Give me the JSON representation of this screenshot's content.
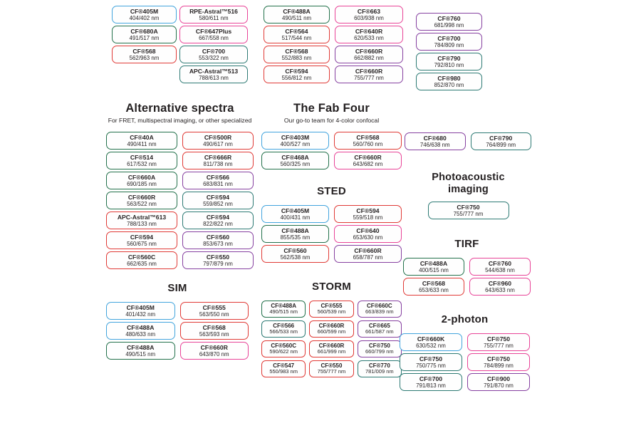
{
  "colors": {
    "blue": "#42a4dd",
    "green": "#23714b",
    "red": "#e03a36",
    "pink": "#e84397",
    "teal": "#2d7a74",
    "purple": "#8640a0"
  },
  "chart_data": {
    "type": "table",
    "title": "CF dye selection guide by imaging application",
    "groups": {
      "top_a": {
        "boxes": [
          {
            "name": "CF®405M",
            "ex_em": "404/402 nm",
            "color": "blue"
          },
          {
            "name": "CF®680A",
            "ex_em": "491/517 nm",
            "color": "green"
          },
          {
            "name": "CF®568",
            "ex_em": "562/963 nm",
            "color": "red"
          }
        ]
      },
      "top_b": {
        "boxes": [
          {
            "name": "RPE-Astral™516",
            "ex_em": "580/611 nm",
            "color": "pink"
          },
          {
            "name": "CF®647Plus",
            "ex_em": "667/558 nm",
            "color": "pink"
          },
          {
            "name": "CF®700",
            "ex_em": "553/322 nm",
            "color": "teal"
          },
          {
            "name": "APC-Astral™513",
            "ex_em": "788/613 nm",
            "color": "teal"
          }
        ]
      },
      "top_c": {
        "boxes": [
          {
            "name": "CF®488A",
            "ex_em": "490/511 nm",
            "color": "green"
          },
          {
            "name": "CF®564",
            "ex_em": "517/544 nm",
            "color": "red"
          },
          {
            "name": "CF®568",
            "ex_em": "552/883 nm",
            "color": "red"
          },
          {
            "name": "CF®594",
            "ex_em": "556/812 nm",
            "color": "red"
          }
        ]
      },
      "top_d": {
        "boxes": [
          {
            "name": "CF®663",
            "ex_em": "603/938 nm",
            "color": "pink"
          },
          {
            "name": "CF®640R",
            "ex_em": "620/533 nm",
            "color": "pink"
          },
          {
            "name": "CF®660R",
            "ex_em": "662/882 nm",
            "color": "purple"
          },
          {
            "name": "CF®660R",
            "ex_em": "755/777 nm",
            "color": "purple"
          }
        ]
      },
      "top_e": {
        "boxes": [
          {
            "name": "CF®760",
            "ex_em": "681/998 nm",
            "color": "purple"
          },
          {
            "name": "CF®700",
            "ex_em": "784/809 nm",
            "color": "purple"
          },
          {
            "name": "CF®790",
            "ex_em": "792/810 nm",
            "color": "teal"
          },
          {
            "name": "CF®980",
            "ex_em": "852/870 nm",
            "color": "teal"
          }
        ]
      },
      "alt": {
        "title": "Alternative spectra",
        "subtitle": "For FRET, multispectral imaging, or other specialized",
        "boxes": [
          {
            "name": "CF®40A",
            "ex_em": "490/411 nm",
            "color": "green"
          },
          {
            "name": "CF®500R",
            "ex_em": "490/617 nm",
            "color": "red"
          },
          {
            "name": "CF®514",
            "ex_em": "617/532 nm",
            "color": "green"
          },
          {
            "name": "CF®666R",
            "ex_em": "811/738 nm",
            "color": "red"
          },
          {
            "name": "CF®660A",
            "ex_em": "690/185 nm",
            "color": "green"
          },
          {
            "name": "CF®566",
            "ex_em": "683/831 nm",
            "color": "purple"
          },
          {
            "name": "CF®660R",
            "ex_em": "563/522 nm",
            "color": "green"
          },
          {
            "name": "CF®594",
            "ex_em": "559/852 nm",
            "color": "teal"
          },
          {
            "name": "APC-Astral™613",
            "ex_em": "788/133 nm",
            "color": "red"
          },
          {
            "name": "CF®594",
            "ex_em": "822/822 nm",
            "color": "teal"
          },
          {
            "name": "CF®594",
            "ex_em": "560/675 nm",
            "color": "red"
          },
          {
            "name": "CF®560",
            "ex_em": "853/673 nm",
            "color": "purple"
          },
          {
            "name": "CF®560C",
            "ex_em": "662/635 nm",
            "color": "red"
          },
          {
            "name": "CF®550",
            "ex_em": "797/879 nm",
            "color": "purple"
          }
        ]
      },
      "fab": {
        "title": "The Fab Four",
        "subtitle": "Our go-to team for 4-color confocal",
        "boxes": [
          {
            "name": "CF®403M",
            "ex_em": "400/527 nm",
            "color": "blue"
          },
          {
            "name": "CF®568",
            "ex_em": "560/760 nm",
            "color": "red"
          },
          {
            "name": "CF®468A",
            "ex_em": "560/325 nm",
            "color": "green"
          },
          {
            "name": "CF®660R",
            "ex_em": "643/682 nm",
            "color": "pink"
          }
        ]
      },
      "sted": {
        "title": "STED",
        "boxes": [
          {
            "name": "CF®405M",
            "ex_em": "400/431 nm",
            "color": "blue"
          },
          {
            "name": "CF®594",
            "ex_em": "559/518 nm",
            "color": "red"
          },
          {
            "name": "CF®488A",
            "ex_em": "855/535 nm",
            "color": "green"
          },
          {
            "name": "CF®640",
            "ex_em": "653/630 nm",
            "color": "pink"
          },
          {
            "name": "CF®560",
            "ex_em": "562/538 nm",
            "color": "red"
          },
          {
            "name": "CF®660R",
            "ex_em": "658/787 nm",
            "color": "purple"
          }
        ]
      },
      "pair": {
        "boxes": [
          {
            "name": "CF®680",
            "ex_em": "746/638 nm",
            "color": "purple"
          },
          {
            "name": "CF®790",
            "ex_em": "764/899 nm",
            "color": "teal"
          }
        ]
      },
      "pa": {
        "title": "Photoacoustic imaging",
        "boxes": [
          {
            "name": "CF®750",
            "ex_em": "755/777 nm",
            "color": "teal"
          }
        ]
      },
      "tirf": {
        "title": "TIRF",
        "boxes": [
          {
            "name": "CF®488A",
            "ex_em": "400/515 nm",
            "color": "green"
          },
          {
            "name": "CF®760",
            "ex_em": "544/638 nm",
            "color": "pink"
          },
          {
            "name": "CF®568",
            "ex_em": "653/633 nm",
            "color": "red"
          },
          {
            "name": "CF®960",
            "ex_em": "643/633 nm",
            "color": "pink"
          }
        ]
      },
      "sim": {
        "title": "SIM",
        "boxes": [
          {
            "name": "CF®405M",
            "ex_em": "401/432 nm",
            "color": "blue"
          },
          {
            "name": "CF®555",
            "ex_em": "563/550 nm",
            "color": "red"
          },
          {
            "name": "CF®488A",
            "ex_em": "480/633 nm",
            "color": "blue"
          },
          {
            "name": "CF®568",
            "ex_em": "563/593 nm",
            "color": "red"
          },
          {
            "name": "CF®488A",
            "ex_em": "490/515 nm",
            "color": "green"
          },
          {
            "name": "CF®660R",
            "ex_em": "643/870 nm",
            "color": "pink"
          }
        ]
      },
      "storm": {
        "title": "STORM",
        "boxes": [
          {
            "name": "CF®488A",
            "ex_em": "490/515 nm",
            "color": "green"
          },
          {
            "name": "CF®555",
            "ex_em": "560/539 nm",
            "color": "red"
          },
          {
            "name": "CF®660C",
            "ex_em": "663/839 nm",
            "color": "purple"
          },
          {
            "name": "CF®566",
            "ex_em": "566/533 nm",
            "color": "teal"
          },
          {
            "name": "CF®660R",
            "ex_em": "660/599 nm",
            "color": "red"
          },
          {
            "name": "CF®665",
            "ex_em": "661/587 nm",
            "color": "purple"
          },
          {
            "name": "CF®560C",
            "ex_em": "590/622 nm",
            "color": "red"
          },
          {
            "name": "CF®660R",
            "ex_em": "661/999 nm",
            "color": "red"
          },
          {
            "name": "CF®750",
            "ex_em": "660/799 nm",
            "color": "purple"
          },
          {
            "name": "CF®547",
            "ex_em": "550/983 nm",
            "color": "red"
          },
          {
            "name": "CF®550",
            "ex_em": "755/777 nm",
            "color": "red"
          },
          {
            "name": "CF®770",
            "ex_em": "781/009 nm",
            "color": "teal"
          }
        ]
      },
      "twophoton": {
        "title": "2-photon",
        "boxes": [
          {
            "name": "CF®660K",
            "ex_em": "630/532 nm",
            "color": "blue"
          },
          {
            "name": "CF®750",
            "ex_em": "755/777 nm",
            "color": "pink"
          },
          {
            "name": "CF®750",
            "ex_em": "750/775 nm",
            "color": "teal"
          },
          {
            "name": "CF®750",
            "ex_em": "784/899 nm",
            "color": "pink"
          },
          {
            "name": "CF®700",
            "ex_em": "791/813 nm",
            "color": "teal"
          },
          {
            "name": "CF®900",
            "ex_em": "791/870 nm",
            "color": "purple"
          }
        ]
      }
    }
  }
}
